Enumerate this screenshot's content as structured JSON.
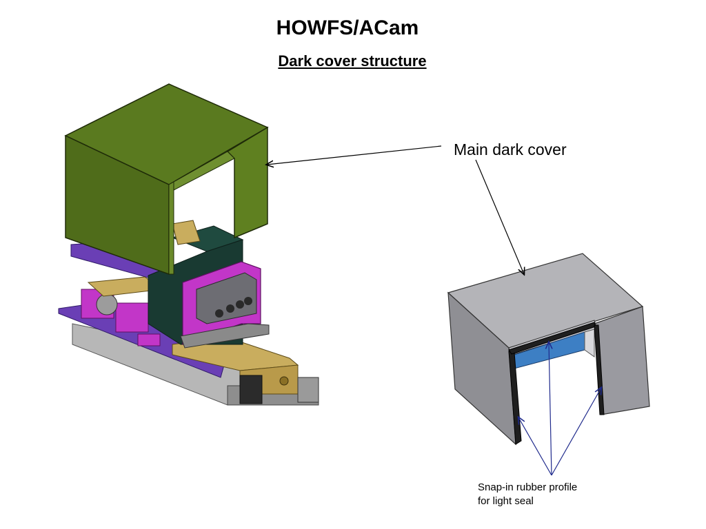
{
  "slide": {
    "title": "HOWFS/ACam",
    "subtitle": "Dark cover structure"
  },
  "callouts": {
    "main_cover": "Main dark cover",
    "seal_line1": "Snap-in rubber profile",
    "seal_line2": "for light seal"
  },
  "colors": {
    "cover_green": "#5a7a1f",
    "cover_gray": "#a8a8ad",
    "seal_blue": "#3d7fc4",
    "base_purple": "#6a3fb5",
    "bracket_magenta": "#c236c8",
    "stage_brass": "#b99a4a",
    "arrow_black": "#000000",
    "arrow_navy": "#1f2a8c"
  }
}
